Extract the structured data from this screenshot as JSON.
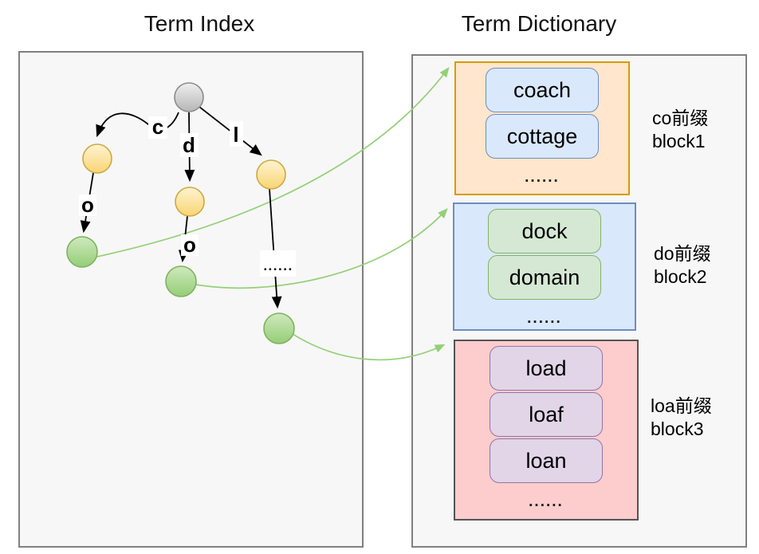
{
  "titles": {
    "term_index": "Term Index",
    "term_dictionary": "Term Dictionary"
  },
  "term_index": {
    "edge_labels": {
      "c": "c",
      "d": "d",
      "l": "l",
      "o_left": "o",
      "o_mid": "o"
    },
    "ellipsis": "......"
  },
  "term_dictionary": {
    "blocks": [
      {
        "terms": [
          "coach",
          "cottage"
        ],
        "ellipsis": "......",
        "label": [
          "co前缀",
          "block1"
        ],
        "block_color": {
          "bg": "#ffe6cc",
          "border": "#d79b00"
        },
        "term_color": {
          "bg": "#dae8fc",
          "border": "#6c8ebf"
        }
      },
      {
        "terms": [
          "dock",
          "domain"
        ],
        "ellipsis": "......",
        "label": [
          "do前缀",
          "block2"
        ],
        "block_color": {
          "bg": "#d9e8fb",
          "border": "#6c8ebf"
        },
        "term_color": {
          "bg": "#d5e8d4",
          "border": "#82b366"
        }
      },
      {
        "terms": [
          "load",
          "loaf",
          "loan"
        ],
        "ellipsis": "......",
        "label": [
          "loa前缀",
          "block3"
        ],
        "block_color": {
          "bg": "#fdcccc",
          "border": "#545454"
        },
        "term_color": {
          "bg": "#e1d5e7",
          "border": "#9673a6"
        }
      }
    ]
  },
  "colors": {
    "panel_bg": "#f7f7f7",
    "panel_border": "#808080",
    "tree_edge": "#000000",
    "pointer_arrow_green": "#94d078",
    "root_node_fill": "#cccccc",
    "root_node_border": "#8c8c8c",
    "internal_node_fill": "#f8d573",
    "internal_node_border": "#cfa842",
    "leaf_node_fill": "#94ce77",
    "leaf_node_border": "#7fb25f"
  }
}
